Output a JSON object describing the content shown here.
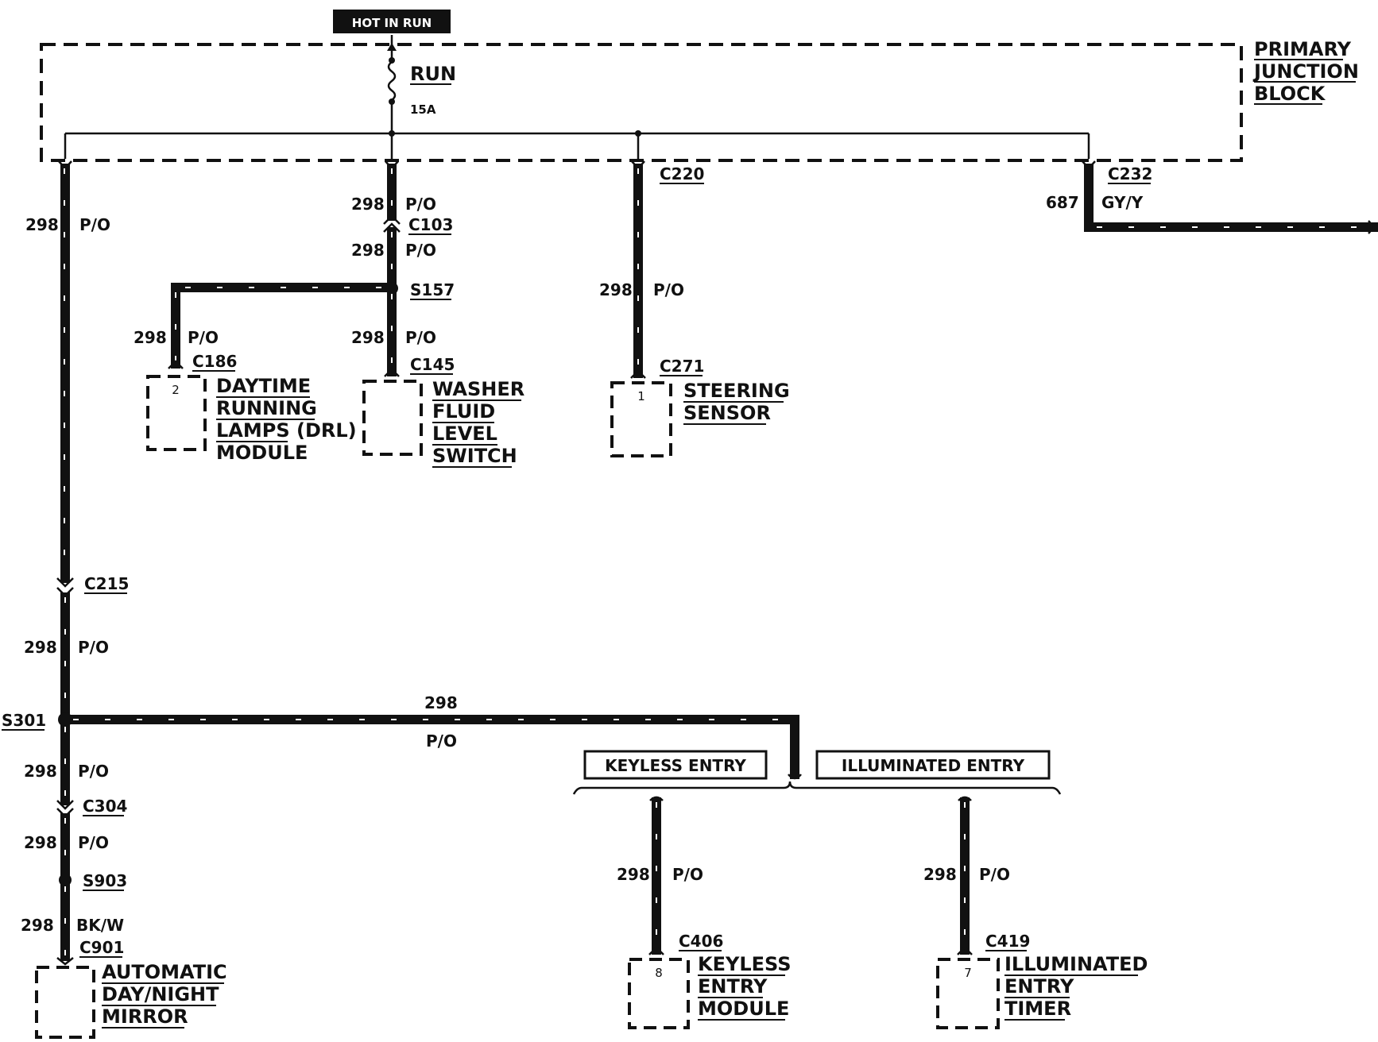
{
  "header": {
    "hot_in_run": "HOT IN RUN"
  },
  "junction_block": {
    "line1": "PRIMARY",
    "line2": "JUNCTION",
    "line3": "BLOCK"
  },
  "fuse": {
    "name": "RUN",
    "rating": "15A"
  },
  "wire": {
    "circuit_298": "298",
    "circuit_687": "687",
    "color_po": "P/O",
    "color_gyy": "GY/Y",
    "color_bkw": "BK/W"
  },
  "connectors": {
    "c220": "C220",
    "c232": "C232",
    "c103": "C103",
    "s157": "S157",
    "c186": "C186",
    "c145": "C145",
    "c271": "C271",
    "c215": "C215",
    "s301": "S301",
    "c304": "C304",
    "s903": "S903",
    "c901": "C901",
    "c406": "C406",
    "c419": "C419"
  },
  "pins": {
    "drl": "2",
    "steering": "1",
    "keyless": "8",
    "illuminated": "7"
  },
  "components": {
    "drl": {
      "line1": "DAYTIME",
      "line2": "RUNNING",
      "line3": "LAMPS (DRL)",
      "line4": "MODULE"
    },
    "washer": {
      "line1": "WASHER",
      "line2": "FLUID",
      "line3": "LEVEL",
      "line4": "SWITCH"
    },
    "steering": {
      "line1": "STEERING",
      "line2": "SENSOR"
    },
    "mirror": {
      "line1": "AUTOMATIC",
      "line2": "DAY/NIGHT",
      "line3": "MIRROR"
    },
    "keyless_module": {
      "line1": "KEYLESS",
      "line2": "ENTRY",
      "line3": "MODULE"
    },
    "illum_timer": {
      "line1": "ILLUMINATED",
      "line2": "ENTRY",
      "line3": "TIMER"
    }
  },
  "options": {
    "keyless_entry": "KEYLESS ENTRY",
    "illuminated_entry": "ILLUMINATED ENTRY"
  }
}
